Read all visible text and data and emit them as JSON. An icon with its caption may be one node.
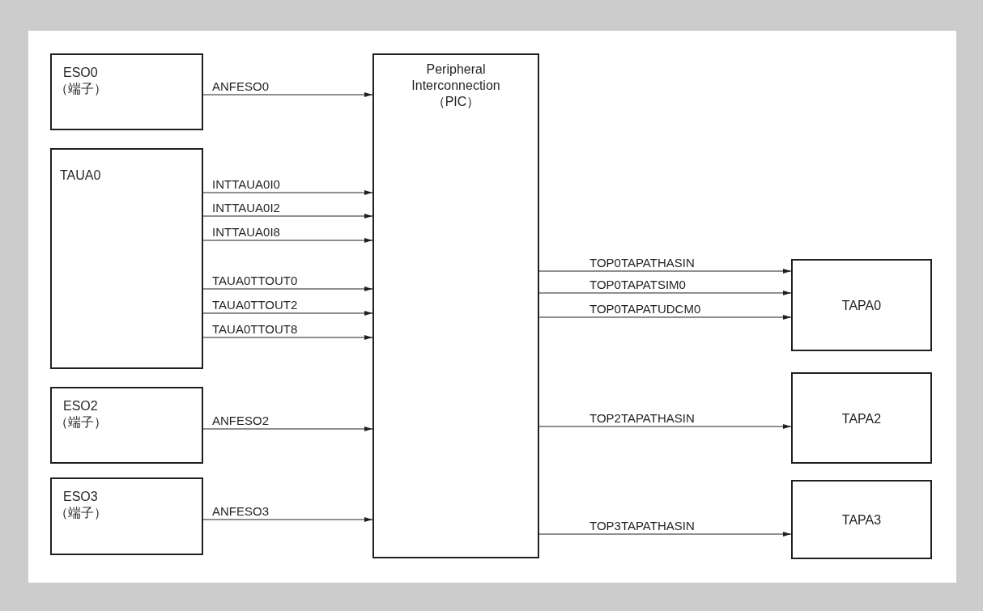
{
  "diagram": {
    "nodes": [
      {
        "text": [
          "ESO0",
          "（端子）"
        ]
      },
      {
        "text": [
          "TAUA0"
        ]
      },
      {
        "text": [
          "ESO2",
          "（端子）"
        ]
      },
      {
        "text": [
          "ESO3",
          "（端子）"
        ]
      },
      {
        "text": [
          "Peripheral Interconnection （PIC）"
        ]
      },
      {
        "text": [
          "TAPA0"
        ]
      },
      {
        "text": [
          "TAPA2"
        ]
      },
      {
        "text": [
          "TAPA3"
        ]
      }
    ],
    "edges": [
      {
        "from": 0,
        "to": 4,
        "arrow": "to",
        "label": "ANFESO0"
      },
      {
        "from": 1,
        "to": 4,
        "arrow": "to",
        "label": "INTTAUA0I0"
      },
      {
        "from": 1,
        "to": 4,
        "arrow": "to",
        "label": "INTTAUA0I2"
      },
      {
        "from": 1,
        "to": 4,
        "arrow": "to",
        "label": "INTTAUA0I8"
      },
      {
        "from": 1,
        "to": 4,
        "arrow": "to",
        "label": "TAUA0TTOUT0"
      },
      {
        "from": 1,
        "to": 4,
        "arrow": "to",
        "label": "TAUA0TTOUT2"
      },
      {
        "from": 1,
        "to": 4,
        "arrow": "to",
        "label": "TAUA0TTOUT8"
      },
      {
        "from": 2,
        "to": 4,
        "arrow": "to",
        "label": "ANFESO2"
      },
      {
        "from": 3,
        "to": 4,
        "arrow": "to",
        "label": "ANFESO3"
      },
      {
        "from": 4,
        "to": 5,
        "arrow": "to",
        "label": "TOP0TAPATHASIN"
      },
      {
        "from": 4,
        "to": 5,
        "arrow": "to",
        "label": "TOP0TAPATSIM0"
      },
      {
        "from": 4,
        "to": 5,
        "arrow": "to",
        "label": "TOP0TAPATUDCM0"
      },
      {
        "from": 4,
        "to": 6,
        "arrow": "to",
        "label": "TOP2TAPATHASIN"
      },
      {
        "from": 4,
        "to": 7,
        "arrow": "to",
        "label": "TOP3TAPATHASIN"
      }
    ]
  }
}
